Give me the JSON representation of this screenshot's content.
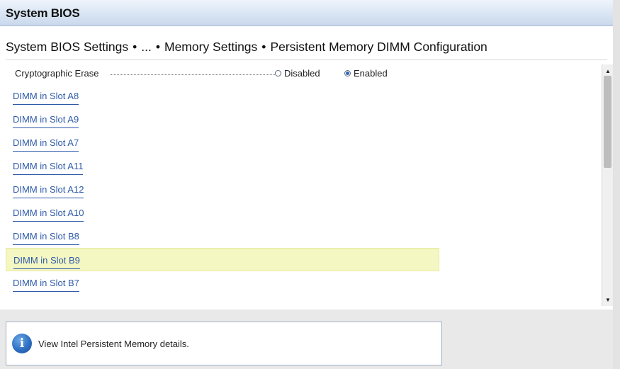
{
  "window": {
    "title": "System BIOS"
  },
  "breadcrumb": {
    "items": [
      "System BIOS Settings",
      "...",
      "Memory Settings",
      "Persistent Memory DIMM Configuration"
    ],
    "separator": "•"
  },
  "setting": {
    "label": "Cryptographic Erase",
    "options": [
      {
        "label": "Disabled",
        "selected": false
      },
      {
        "label": "Enabled",
        "selected": true
      }
    ]
  },
  "dimm_links": [
    {
      "label": "DIMM in Slot A8",
      "highlighted": false
    },
    {
      "label": "DIMM in Slot A9",
      "highlighted": false
    },
    {
      "label": "DIMM in Slot A7",
      "highlighted": false
    },
    {
      "label": "DIMM in Slot A11",
      "highlighted": false
    },
    {
      "label": "DIMM in Slot A12",
      "highlighted": false
    },
    {
      "label": "DIMM in Slot A10",
      "highlighted": false
    },
    {
      "label": "DIMM in Slot B8",
      "highlighted": false
    },
    {
      "label": "DIMM in Slot B9",
      "highlighted": true
    },
    {
      "label": "DIMM in Slot B7",
      "highlighted": false
    }
  ],
  "scrollbar": {
    "up_glyph": "▲",
    "down_glyph": "▼"
  },
  "help": {
    "icon": "info-icon",
    "icon_glyph": "i",
    "text": "View Intel Persistent Memory details."
  },
  "colors": {
    "link": "#2d5aa8",
    "highlight": "#f5f7c2",
    "title_bar": "#d9e5f3",
    "radio_selected": "#2f63b8"
  }
}
